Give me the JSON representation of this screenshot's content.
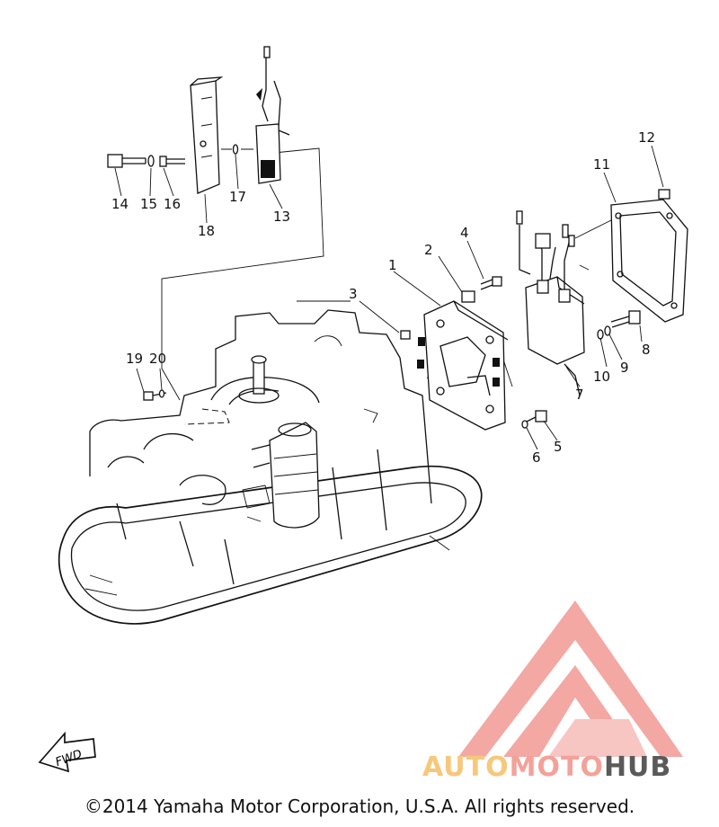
{
  "diagram": {
    "callouts": [
      {
        "id": "1",
        "text": "1"
      },
      {
        "id": "2",
        "text": "2"
      },
      {
        "id": "3",
        "text": "3"
      },
      {
        "id": "4",
        "text": "4"
      },
      {
        "id": "5",
        "text": "5"
      },
      {
        "id": "6",
        "text": "6"
      },
      {
        "id": "7",
        "text": "7"
      },
      {
        "id": "8",
        "text": "8"
      },
      {
        "id": "9",
        "text": "9"
      },
      {
        "id": "10",
        "text": "10"
      },
      {
        "id": "11",
        "text": "11"
      },
      {
        "id": "12",
        "text": "12"
      },
      {
        "id": "13",
        "text": "13"
      },
      {
        "id": "14",
        "text": "14"
      },
      {
        "id": "15",
        "text": "15"
      },
      {
        "id": "16",
        "text": "16"
      },
      {
        "id": "17",
        "text": "17"
      },
      {
        "id": "18",
        "text": "18"
      },
      {
        "id": "19",
        "text": "19"
      },
      {
        "id": "20",
        "text": "20"
      }
    ],
    "direction_arrow": "FWD"
  },
  "watermark": {
    "part1": "AUTO",
    "part2": "MOTO",
    "part3": "HUB",
    "colors": {
      "auto": "#f7c77b",
      "moto": "#f2a29a",
      "hub": "#5a5a5a",
      "logo": "#f08b85"
    }
  },
  "footer": {
    "copyright": "©2014 Yamaha Motor Corporation, U.S.A. All rights reserved."
  }
}
